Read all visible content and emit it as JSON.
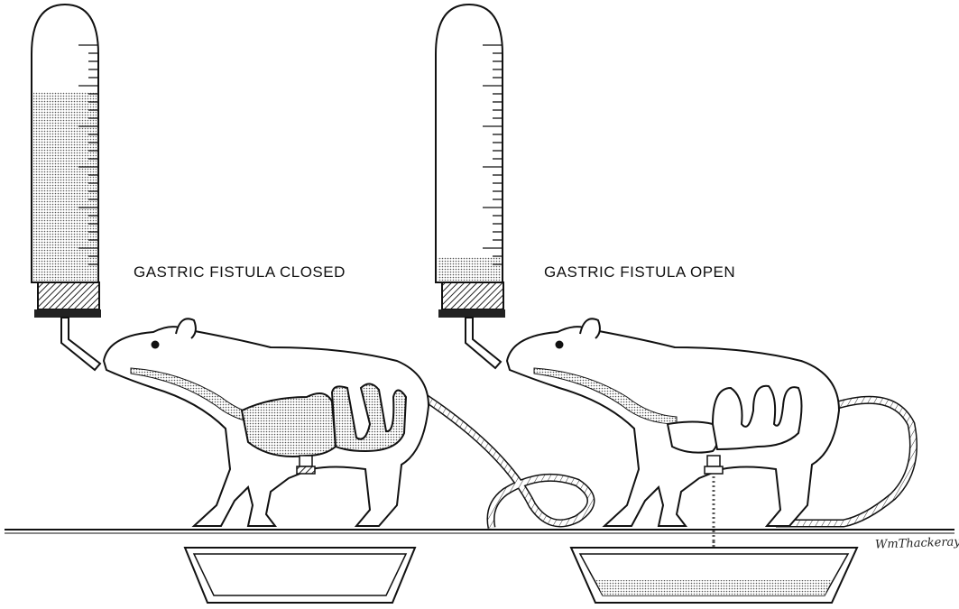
{
  "panels": {
    "left": {
      "caption": "GASTRIC FISTULA CLOSED",
      "bottle_fill": 0.8,
      "dish_fill": 0.0
    },
    "right": {
      "caption": "GASTRIC FISTULA OPEN",
      "bottle_fill": 0.1,
      "dish_fill": 0.35
    }
  },
  "signature": "WmThackeray"
}
